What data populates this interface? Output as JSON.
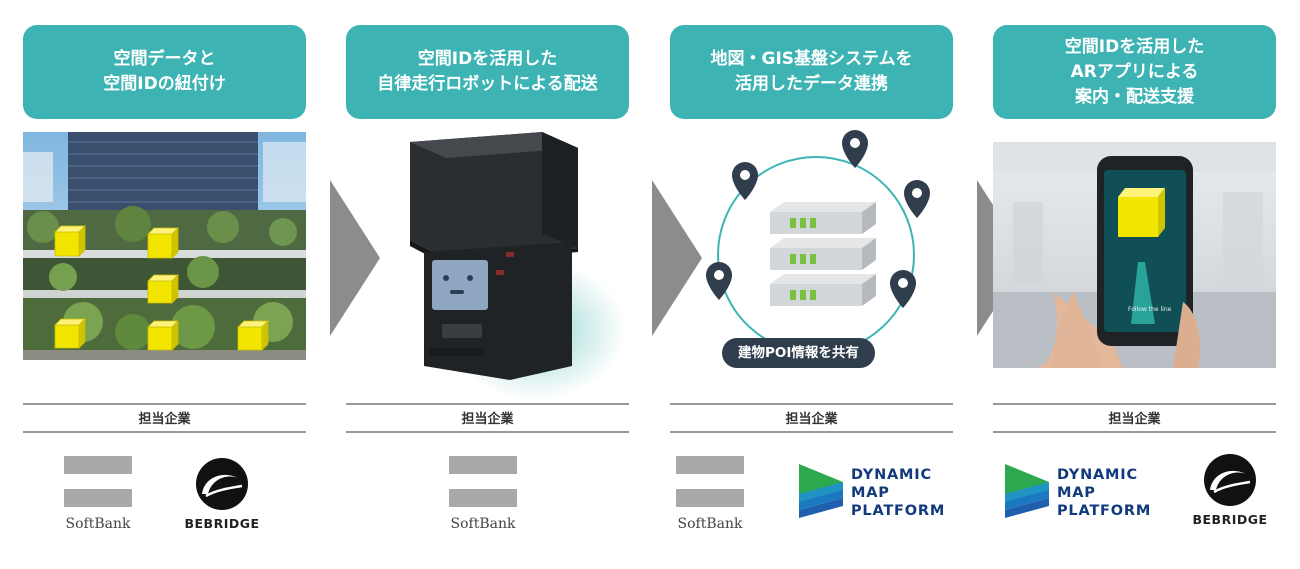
{
  "steps": [
    {
      "title_lines": [
        "空間データと",
        "空間IDの紐付け"
      ],
      "company_label": "担当企業"
    },
    {
      "title_lines": [
        "空間IDを活用した",
        "自律走行ロボットによる配送"
      ],
      "company_label": "担当企業"
    },
    {
      "title_lines": [
        "地図・GIS基盤システムを",
        "活用したデータ連携"
      ],
      "company_label": "担当企業",
      "badge": "建物POI情報を共有"
    },
    {
      "title_lines": [
        "空間IDを活用した",
        "ARアプリによる",
        "案内・配送支援"
      ],
      "company_label": "担当企業",
      "screen_text": "Follow the line"
    }
  ],
  "logos": {
    "softbank": "SoftBank",
    "bebridge": "BEBRIDGE",
    "dmp": [
      "DYNAMIC",
      "MAP",
      "PLATFORM"
    ]
  },
  "colors": {
    "header_bg": "#3db3b3",
    "arrow": "#8c8c8c",
    "cube": "#f2e600",
    "pin": "#2f3d4d",
    "dmp_text": "#123a7d"
  }
}
